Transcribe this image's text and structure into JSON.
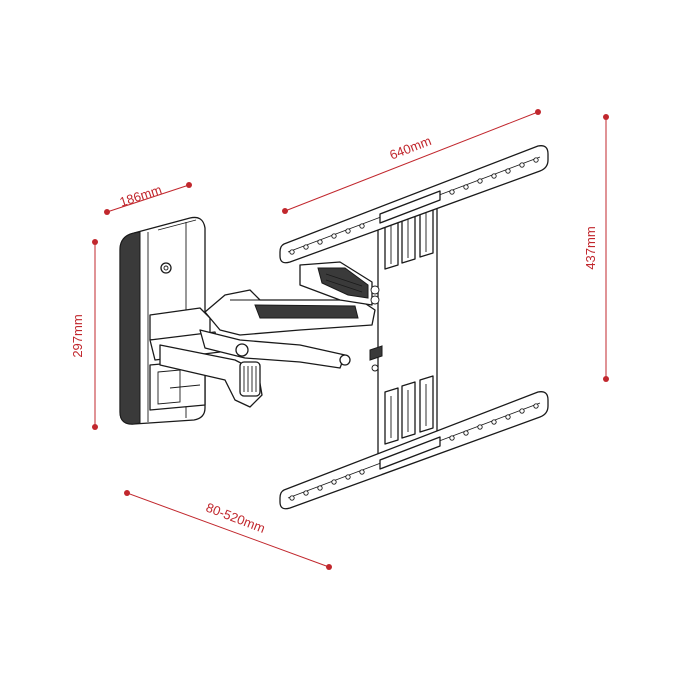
{
  "colors": {
    "dimension": "#c1272d",
    "ink": "#1a1a1a"
  },
  "dimensions": {
    "wall_plate_width": "186mm",
    "wall_plate_height": "297mm",
    "arm_extension": "80-520mm",
    "vesa_width": "640mm",
    "vesa_height": "437mm"
  }
}
